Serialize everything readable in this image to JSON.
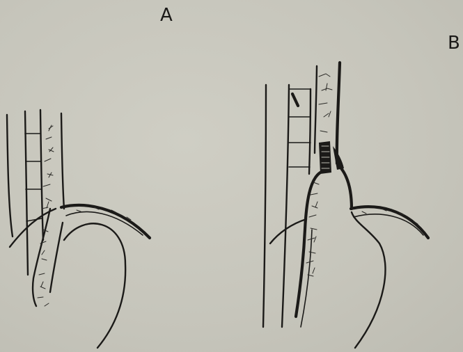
{
  "figure": {
    "panels": [
      {
        "id": "A",
        "label": "A"
      },
      {
        "id": "B",
        "label": "B"
      }
    ]
  },
  "colors": {
    "paper": "#c8c7bd",
    "ink": "#1b1a18"
  }
}
